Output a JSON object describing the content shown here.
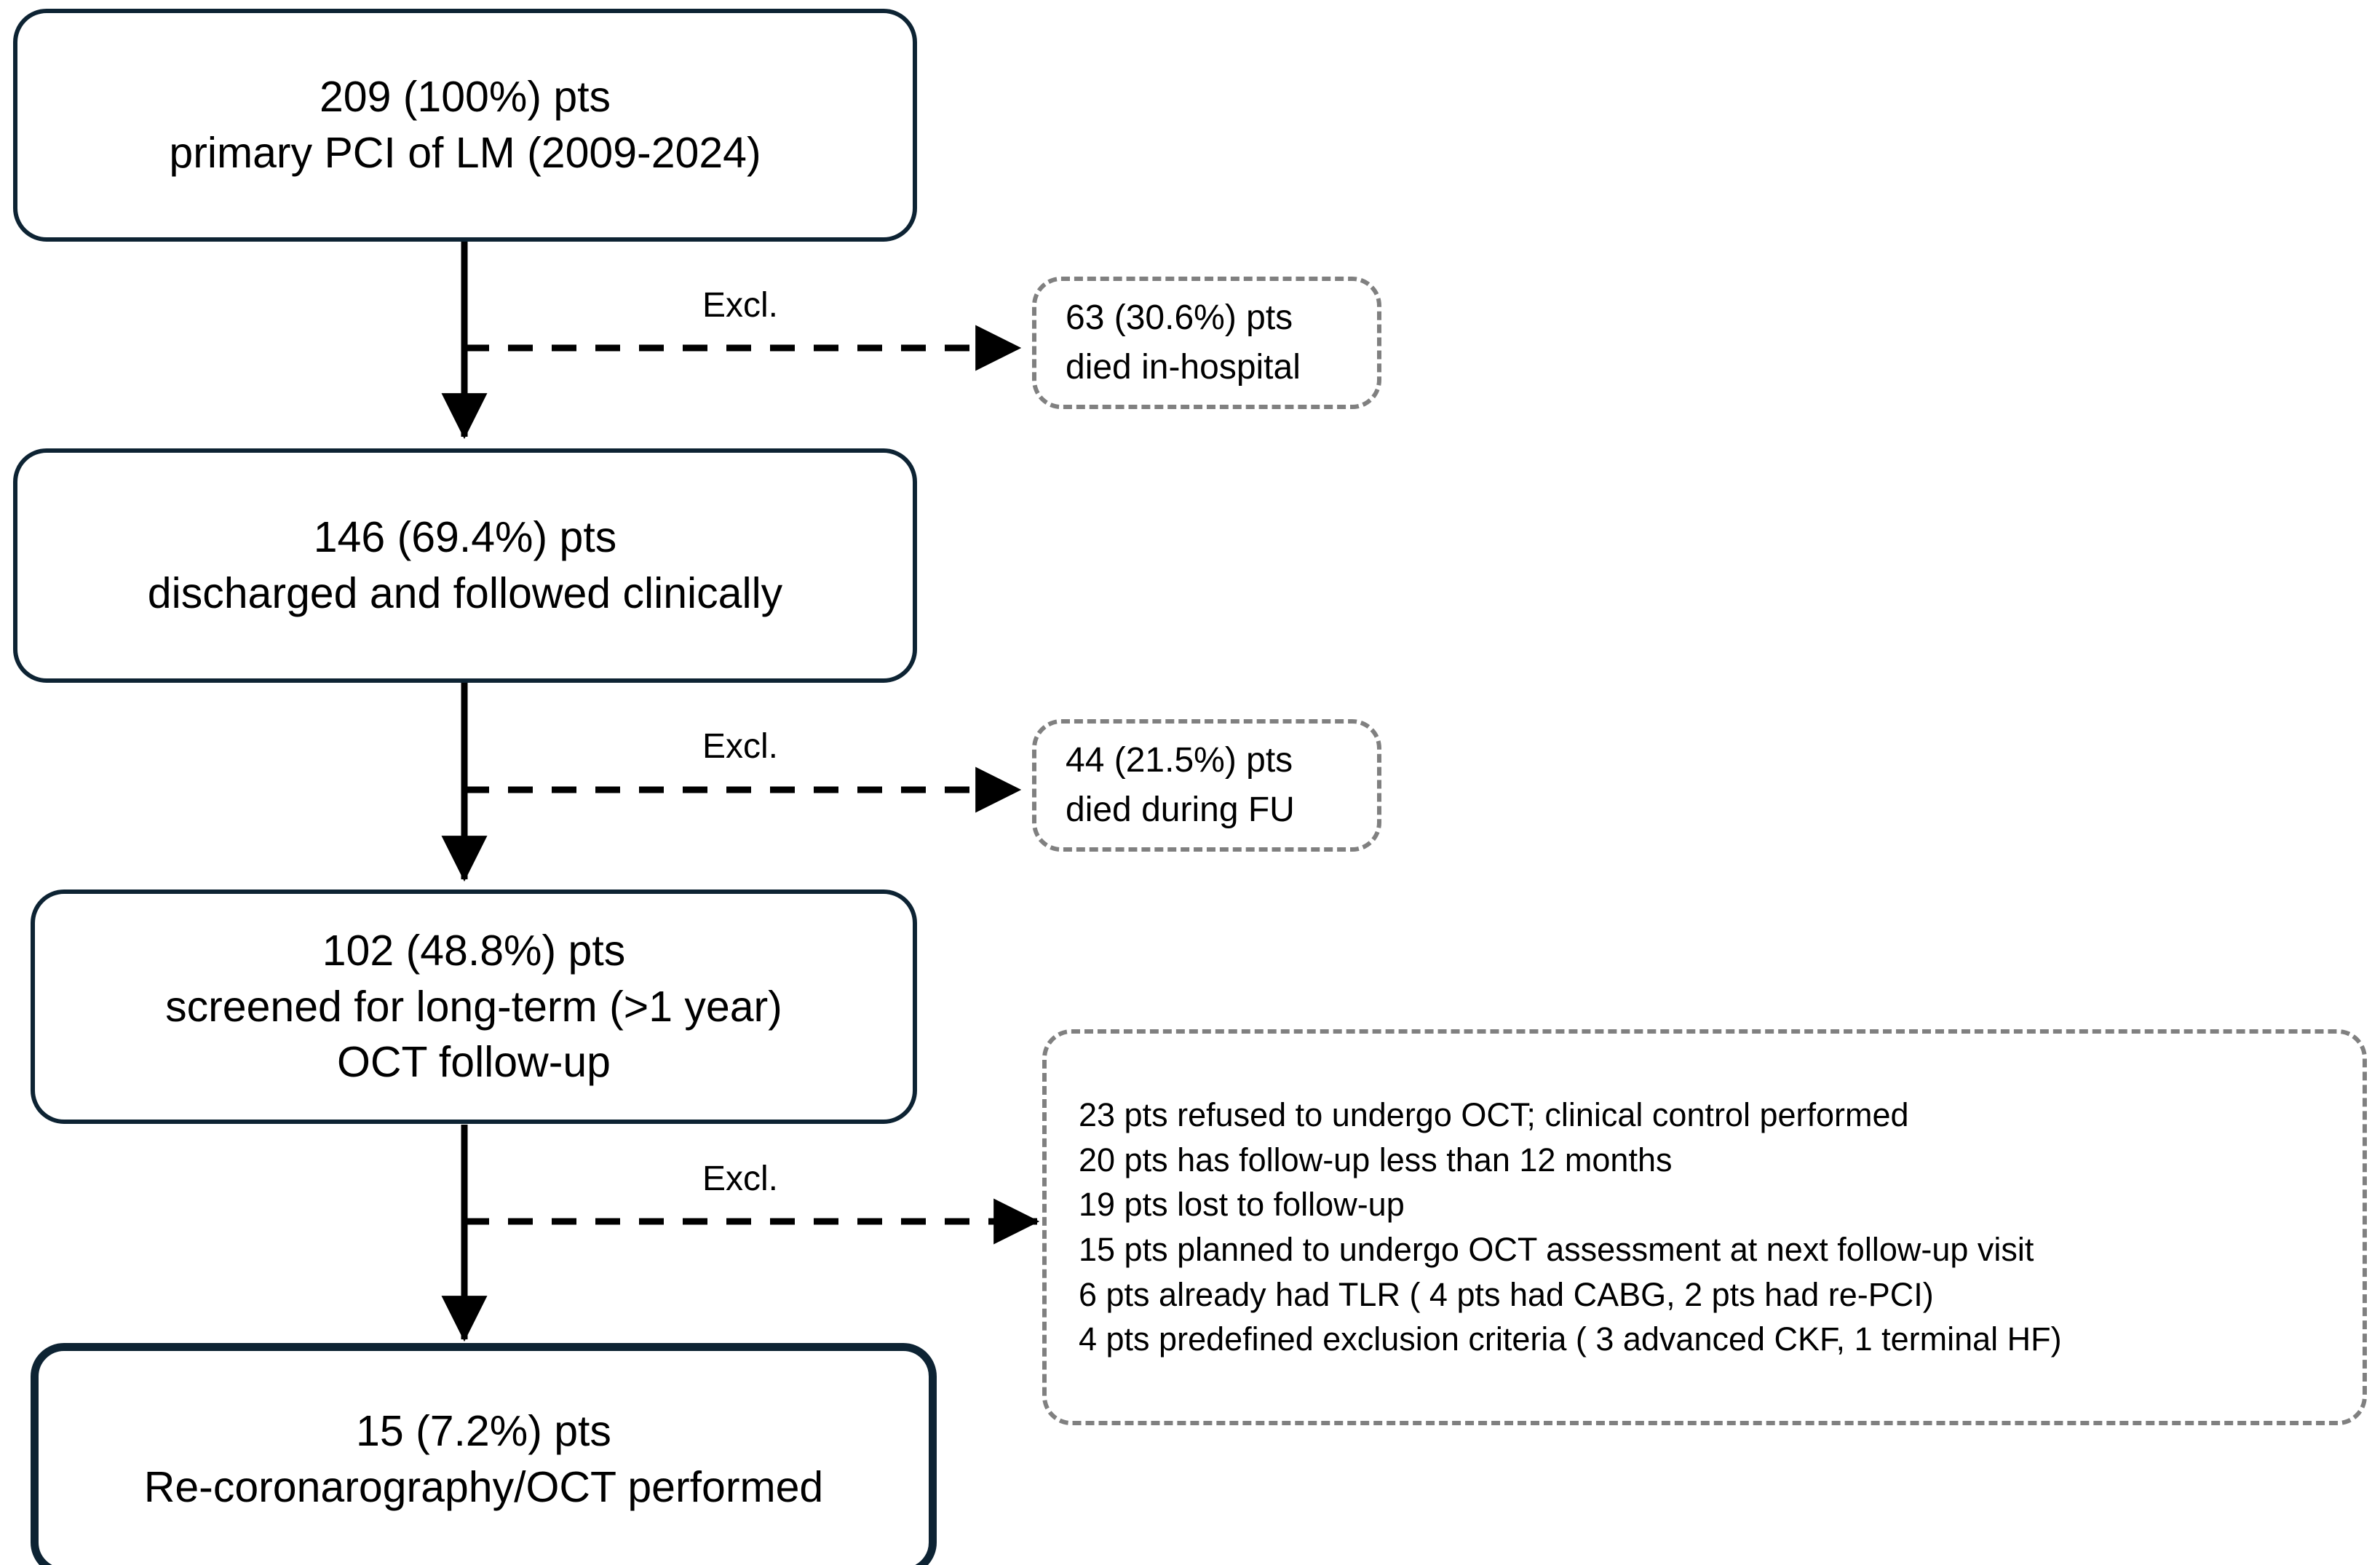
{
  "diagram": {
    "type": "flowchart",
    "orientation": "vertical-with-right-branches",
    "colors": {
      "node_border": "#0d2333",
      "exclusion_border": "#808080",
      "connector": "#000000",
      "text": "#000000",
      "background": "#ffffff"
    },
    "nodes": [
      {
        "id": "enrolled",
        "kind": "primary",
        "lines": [
          "209 (100%) pts",
          "primary PCI of LM (2009-2024)"
        ]
      },
      {
        "id": "discharged",
        "kind": "primary",
        "lines": [
          "146 (69.4%) pts",
          "discharged and followed clinically"
        ]
      },
      {
        "id": "screened",
        "kind": "primary",
        "lines": [
          "102 (48.8%) pts",
          "screened for long-term (>1 year)",
          "OCT follow-up"
        ]
      },
      {
        "id": "final",
        "kind": "primary-emphasis",
        "lines": [
          "15 (7.2%) pts",
          "Re-coronarography/OCT performed"
        ]
      }
    ],
    "exclusions": [
      {
        "id": "excl-in-hospital",
        "label": "Excl.",
        "lines": [
          "63 (30.6%) pts",
          "died in-hospital"
        ]
      },
      {
        "id": "excl-during-fu",
        "label": "Excl.",
        "lines": [
          "44 (21.5%) pts",
          "died during FU"
        ]
      },
      {
        "id": "excl-oct-reasons",
        "label": "Excl.",
        "lines": [
          "23 pts refused to undergo OCT; clinical control performed",
          "20 pts has follow-up less than 12 months",
          "19 pts lost to follow-up",
          "15 pts planned to undergo OCT assessment at next follow-up visit",
          "6 pts already had TLR ( 4 pts had CABG, 2 pts had re-PCI)",
          "4 pts predefined exclusion criteria ( 3 advanced CKF, 1 terminal HF)"
        ]
      }
    ]
  }
}
